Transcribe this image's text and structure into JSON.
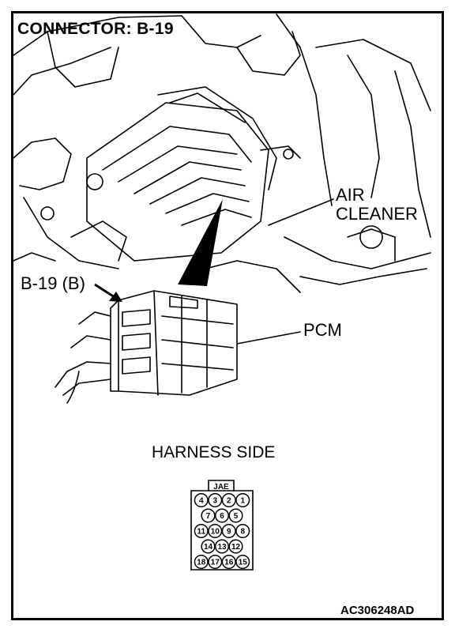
{
  "title": "CONNECTOR: B-19",
  "labels": {
    "air": "AIR",
    "cleaner": "CLEANER",
    "connector_callout": "B-19 (B)",
    "pcm": "PCM",
    "harness_side": "HARNESS SIDE",
    "figure_code": "AC306248AD"
  },
  "connector": {
    "type_label": "JAE",
    "rows": [
      [
        "4",
        "3",
        "2",
        "1"
      ],
      [
        "7",
        "6",
        "5"
      ],
      [
        "11",
        "10",
        "9",
        "8"
      ],
      [
        "14",
        "13",
        "12"
      ],
      [
        "18",
        "17",
        "16",
        "15"
      ]
    ]
  }
}
